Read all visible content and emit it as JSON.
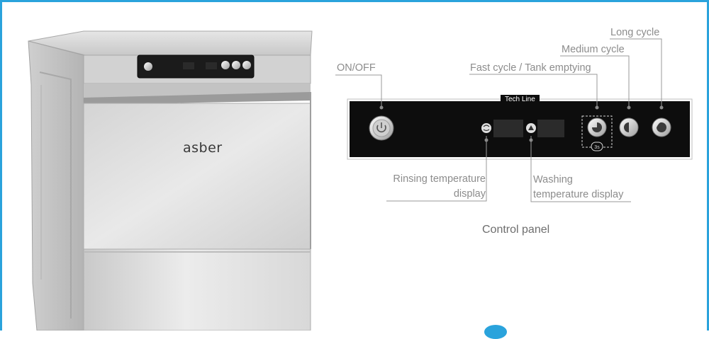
{
  "product": {
    "brand": "asber"
  },
  "panel": {
    "title": "Tech Line",
    "caption": "Control panel"
  },
  "labels": {
    "long_cycle": "Long cycle",
    "medium_cycle": "Medium cycle",
    "fast_cycle": "Fast cycle / Tank emptying",
    "on_off": "ON/OFF",
    "rinsing_line1": "Rinsing temperature",
    "rinsing_line2": "display",
    "washing_line1": "Washing",
    "washing_line2": "temperature display"
  },
  "colors": {
    "frame": "#2aa3dc",
    "panel": "#0d0d0d",
    "label": "#8c8c8c",
    "leader": "#9a9a9a",
    "steel": "#d6d6d6"
  }
}
